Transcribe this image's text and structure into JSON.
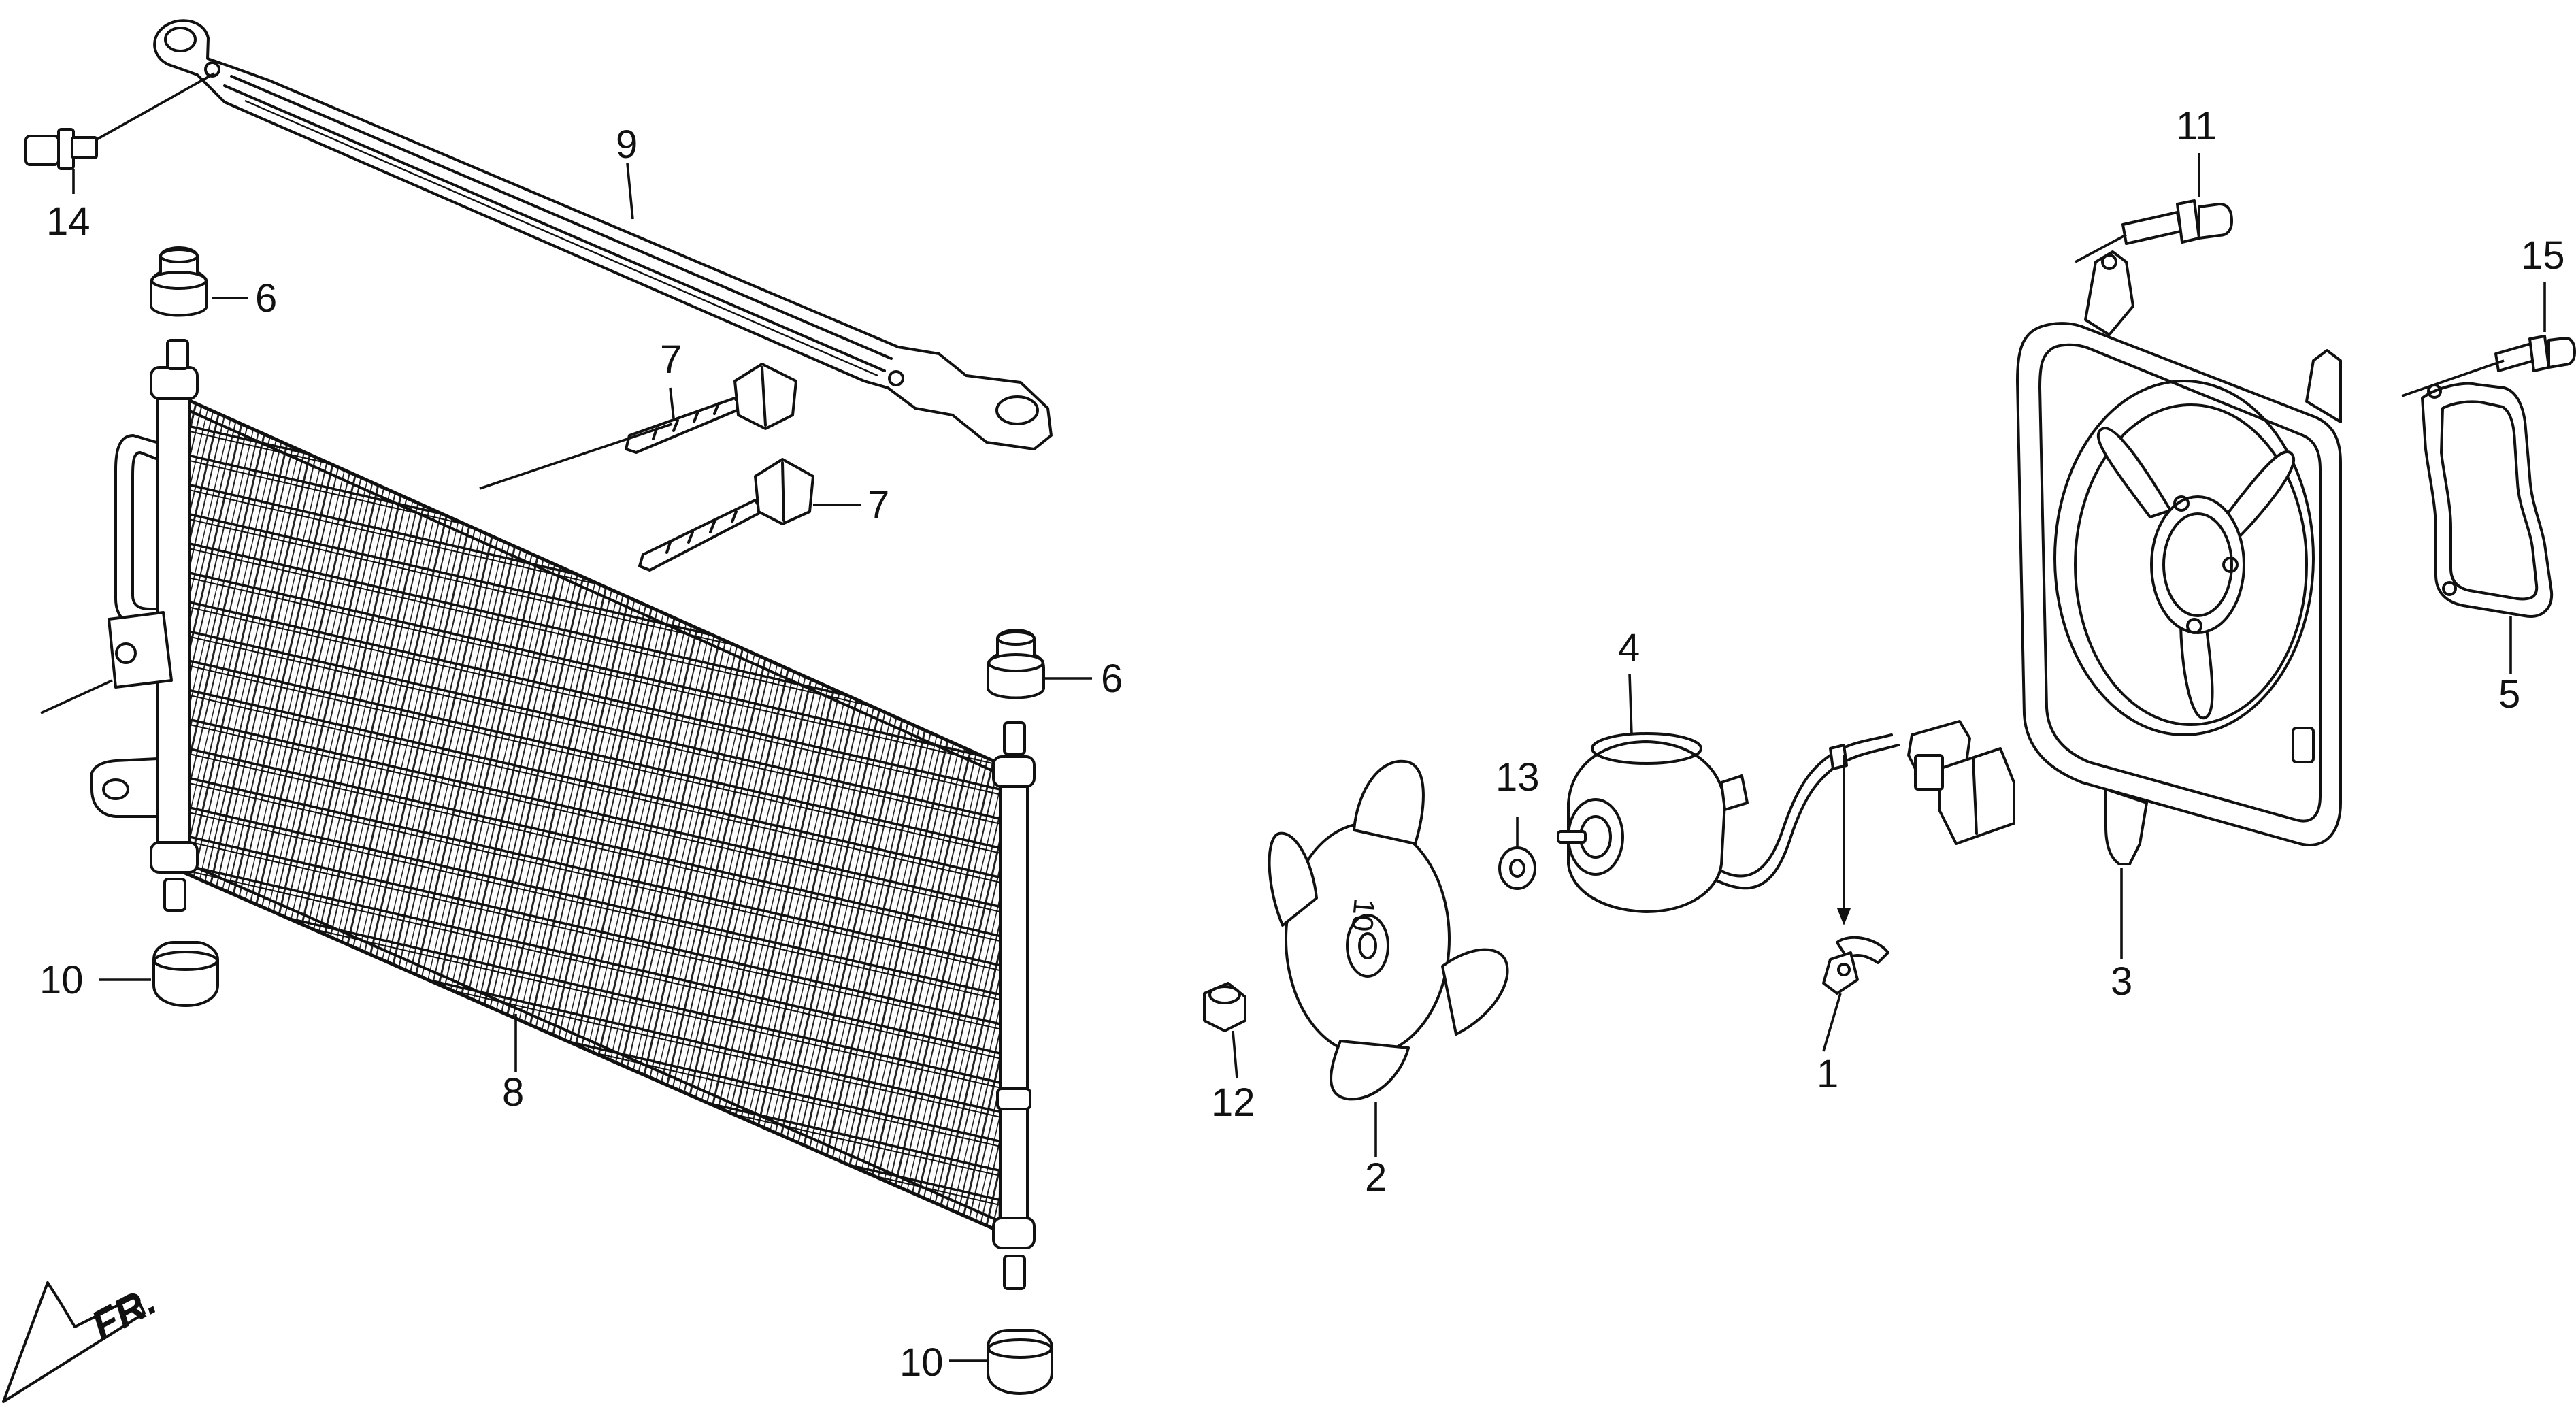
{
  "callouts": {
    "c1": "1",
    "c2": "2",
    "c3": "3",
    "c4": "4",
    "c5": "5",
    "c6a": "6",
    "c6b": "6",
    "c7a": "7",
    "c7b": "7",
    "c8": "8",
    "c9": "9",
    "c10a": "10",
    "c10b": "10",
    "c11": "11",
    "c12": "12",
    "c13": "13",
    "c14": "14",
    "c15": "15"
  },
  "front_marker": "FR.",
  "fan_blade_mark": "10"
}
